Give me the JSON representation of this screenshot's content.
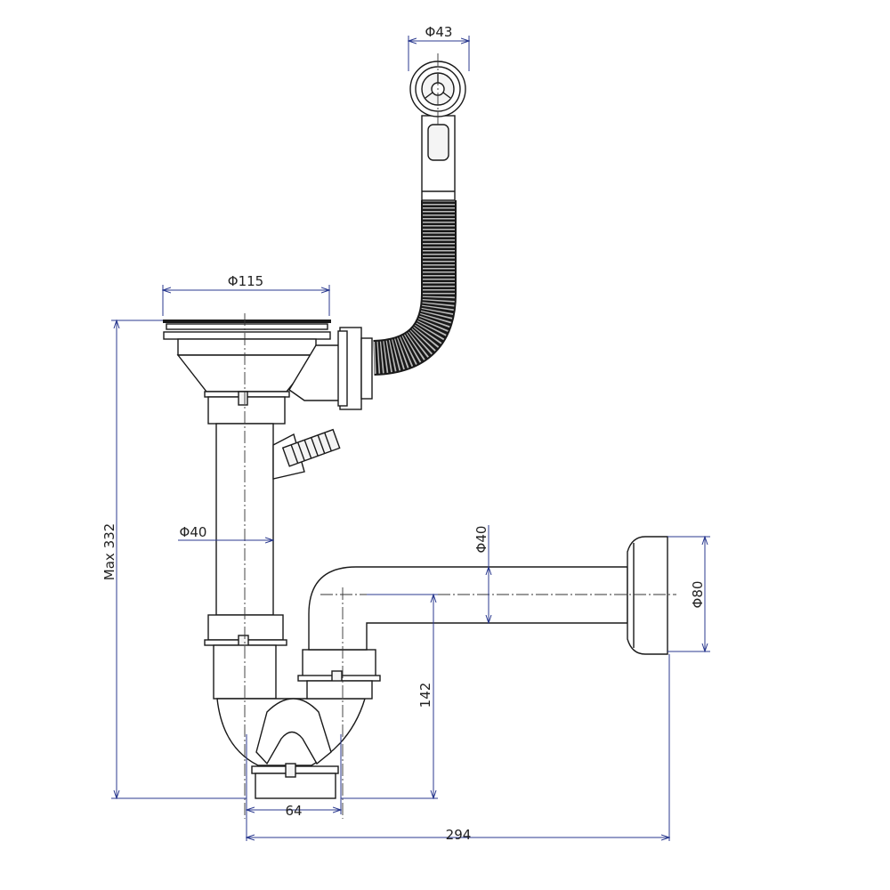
{
  "title": "Sink waste trap with overflow - dimensional drawing",
  "dimensions": {
    "overflow_diameter": "Φ43",
    "strainer_diameter": "Φ115",
    "pipe_diameter": "Φ40",
    "max_height": "Max 332",
    "outlet_pipe_diameter": "Φ40",
    "rosette_diameter": "Φ80",
    "outlet_height": "142",
    "trap_width": "64",
    "total_width": "294"
  },
  "colors": {
    "dimension": "#2b3a8f",
    "outline": "#1a1a1a"
  }
}
